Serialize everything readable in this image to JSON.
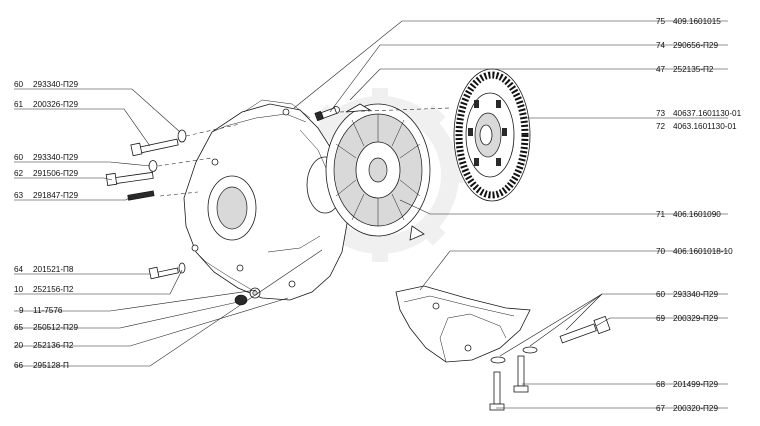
{
  "colors": {
    "line": "#222222",
    "watermark": "#e3e3e3",
    "text": "#111111"
  },
  "callouts": [
    {
      "num": "75",
      "code": "409.1601015"
    },
    {
      "num": "74",
      "code": "290656-П29"
    },
    {
      "num": "47",
      "code": "252135-П2"
    },
    {
      "num": "73",
      "code": "40637.1601130-01"
    },
    {
      "num": "72",
      "code": "4063.1601130-01"
    },
    {
      "num": "71",
      "code": "406.1601090"
    },
    {
      "num": "70",
      "code": "406.1601018-10"
    },
    {
      "num": "60",
      "code": "293340-П29"
    },
    {
      "num": "69",
      "code": "200329-П29"
    },
    {
      "num": "68",
      "code": "201499-П29"
    },
    {
      "num": "67",
      "code": "200320-П29"
    },
    {
      "num": "60",
      "code": "293340-П29"
    },
    {
      "num": "61",
      "code": "200326-П29"
    },
    {
      "num": "60",
      "code": "293340-П29"
    },
    {
      "num": "62",
      "code": "291506-П29"
    },
    {
      "num": "63",
      "code": "291847-П29"
    },
    {
      "num": "64",
      "code": "201521-П8"
    },
    {
      "num": "10",
      "code": "252156-П2"
    },
    {
      "num": "9",
      "code": "11-7576"
    },
    {
      "num": "65",
      "code": "250512-П29"
    },
    {
      "num": "20",
      "code": "252136-П2"
    },
    {
      "num": "66",
      "code": "295128-П"
    }
  ]
}
